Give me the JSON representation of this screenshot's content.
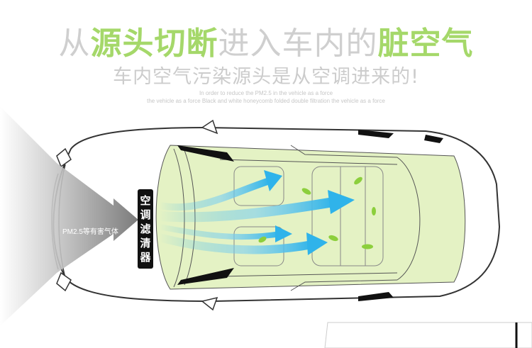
{
  "headline": {
    "part1": "从",
    "part2": "源头切断",
    "part3": "进入车内的",
    "part4": "脏空气",
    "grey_color": "#cfcfcf",
    "green_color": "#a5d86a"
  },
  "subheadline": "车内空气污染源头是从空调进来的!",
  "english_line1": "In order to reduce the PM2.5 in the vehicle as a force",
  "english_line2": "the vehicle as a force Black and white honeycomb folded double filtration the vehicle as a force",
  "pm_label": "PM2.5等有害气体",
  "filter_label": [
    "空",
    "调",
    "滤",
    "清",
    "器"
  ],
  "colors": {
    "cabin_fill": "#e4f2c4",
    "arrow_blue": "#2fb3ea",
    "leaf_green": "#8ccf3c",
    "smoke_grey": "#888888"
  }
}
